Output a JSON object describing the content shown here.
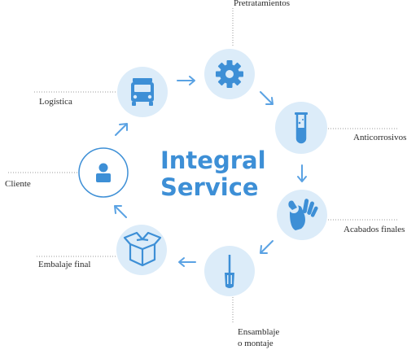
{
  "title": {
    "line1": "Integral",
    "line2": "Service"
  },
  "colors": {
    "accent": "#3d8fd6",
    "node_background": "#dcecf9",
    "arrow": "#5aa2e3"
  },
  "nodes": [
    {
      "id": "pretratamientos",
      "label": "Pretratamientos",
      "icon": "gear-icon"
    },
    {
      "id": "anticorrosivos",
      "label": "Anticorrosivos",
      "icon": "test-tube-icon"
    },
    {
      "id": "acabados",
      "label": "Acabados finales",
      "icon": "ok-hand-icon"
    },
    {
      "id": "ensamblaje",
      "label_lines": [
        "Ensamblaje",
        "o montaje"
      ],
      "icon": "screwdriver-icon"
    },
    {
      "id": "embalaje",
      "label": "Embalaje final",
      "icon": "open-box-icon"
    },
    {
      "id": "cliente",
      "label": "Cliente",
      "icon": "user-icon"
    },
    {
      "id": "logistica",
      "label": "Logística",
      "icon": "truck-icon"
    }
  ]
}
